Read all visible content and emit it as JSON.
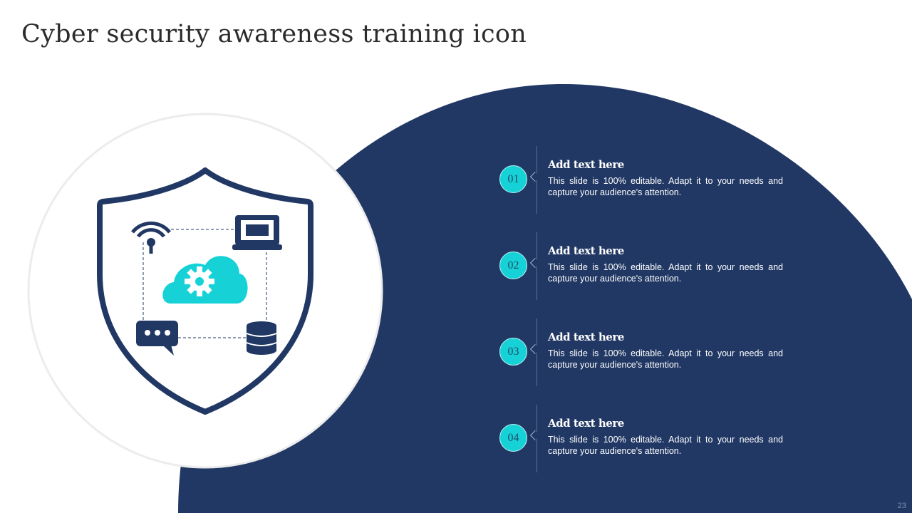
{
  "slide": {
    "title": "Cyber security awareness training icon",
    "page_number": "23",
    "colors": {
      "navy": "#213864",
      "teal": "#16d2d6",
      "white": "#ffffff"
    }
  },
  "illustration": {
    "icons": [
      "shield-icon",
      "wifi-icon",
      "laptop-icon",
      "cloud-gear-icon",
      "chat-bubble-icon",
      "database-icon"
    ]
  },
  "items": [
    {
      "number": "01",
      "heading": "Add text here",
      "text": "This slide is 100% editable. Adapt it to your needs and capture your audience's attention."
    },
    {
      "number": "02",
      "heading": "Add text here",
      "text": "This slide is 100% editable. Adapt it to your needs and capture your audience's attention."
    },
    {
      "number": "03",
      "heading": "Add text here",
      "text": "This slide is 100% editable. Adapt it to your needs and capture your audience's attention."
    },
    {
      "number": "04",
      "heading": "Add text here",
      "text": "This slide is 100% editable. Adapt it to your needs and capture your audience's attention."
    }
  ]
}
